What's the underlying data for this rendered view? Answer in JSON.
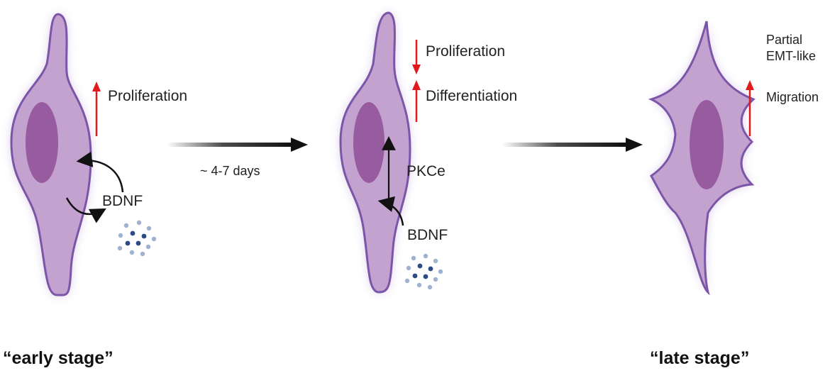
{
  "colors": {
    "cell_fill": "#c3a2cf",
    "cell_stroke": "#7b55a8",
    "cell_glow": "#b99cd8",
    "nucleus_fill": "#965c9f",
    "arrow_black": "#111111",
    "arrow_red": "#e01b1b",
    "particle_dark": "#2b4a86",
    "particle_light": "#9fb2cf"
  },
  "panels": {
    "early": {
      "stage_label": "“early stage”",
      "proliferation": "Proliferation",
      "proliferation_direction": "up",
      "bdnf": "BDNF"
    },
    "middle": {
      "proliferation": "Proliferation",
      "proliferation_direction": "down",
      "differentiation": "Differentiation",
      "differentiation_direction": "up",
      "pkce": "PKCe",
      "bdnf": "BDNF"
    },
    "late": {
      "stage_label": "“late stage”",
      "emt_line1": "Partial",
      "emt_line2": "EMT-like",
      "migration": "Migration",
      "migration_direction": "up"
    }
  },
  "transition": {
    "duration": "~ 4-7 days"
  }
}
